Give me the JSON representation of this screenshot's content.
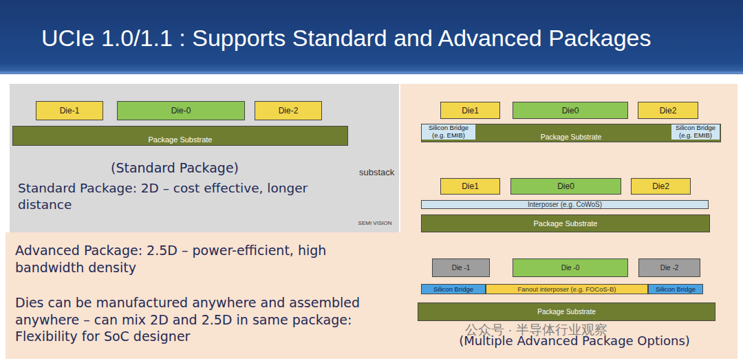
{
  "diagram": {
    "title": "UCIe 1.0/1.1 : Supports Standard and Advanced Packages",
    "nodes": [
      {
        "text": [
          "(Standard Package)",
          "Standard Package: 2D – cost effective, longer distance"
        ]
      },
      {
        "text": [
          "Die-1"
        ],
        "in": 0
      },
      {
        "text": [
          "Die-0"
        ],
        "in": 0
      },
      {
        "text": [
          "Die-2"
        ],
        "in": 0
      },
      {
        "text": [
          "Package Substrate"
        ],
        "in": 0
      },
      {
        "text": [
          "Advanced Package: 2.5D – power-efficient, high bandwidth density",
          "Dies can be manufactured anywhere and assembled anywhere – can mix 2D and 2.5D in same package: Flexibility for SoC designer"
        ]
      },
      {
        "text": [
          "(Multiple Advanced Package Options)"
        ]
      },
      {
        "text": [
          "Die1"
        ],
        "in": 6
      },
      {
        "text": [
          "Die0"
        ],
        "in": 6
      },
      {
        "text": [
          "Die2"
        ],
        "in": 6
      },
      {
        "text": [
          "Package Substrate"
        ],
        "in": 6
      },
      {
        "text": [
          "Die1"
        ],
        "in": 6
      },
      {
        "text": [
          "Die0"
        ],
        "in": 6
      },
      {
        "text": [
          "Die2"
        ],
        "in": 6
      },
      {
        "text": [
          "Interposer (e.g. CoWoS)"
        ],
        "in": 6
      },
      {
        "text": [
          "Package Substrate"
        ],
        "in": 6
      },
      {
        "text": [
          "Die -1"
        ],
        "in": 6
      },
      {
        "text": [
          "Die -0"
        ],
        "in": 6
      },
      {
        "text": [
          "Die -2"
        ],
        "in": 6
      },
      {
        "text": [
          "Silicon Bridge"
        ],
        "in": 6
      },
      {
        "text": [
          "Fanout interposer (e.g. FOCoS-B)"
        ],
        "in": 6
      },
      {
        "text": [
          "Silicon Bridge"
        ],
        "in": 6
      },
      {
        "text": [
          "Package Substrate"
        ],
        "in": 6
      }
    ],
    "labels": [
      "Silicon Bridge (e.g. EMIB)",
      "Silicon Bridge (e.g. EMIB)",
      "substack",
      "SEMI VISION",
      "公众号 · 半导体行业观察"
    ]
  }
}
